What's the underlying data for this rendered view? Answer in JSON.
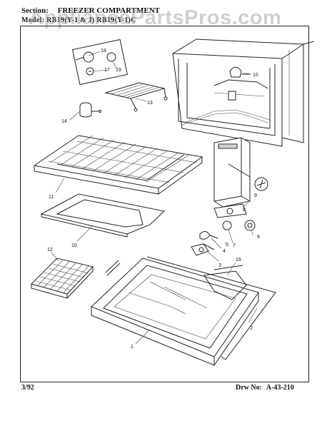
{
  "header": {
    "section_label": "Section:",
    "section_title": "FREEZER COMPARTMENT",
    "model_label": "Model: RB19(Y-1 & J) RB19(Y-1)C"
  },
  "watermark": "AppliancePartsPros.com",
  "footer": {
    "date": "3/92",
    "drawing_label": "Drw No:",
    "drawing_number": "A-43-210"
  },
  "callouts": [
    "1",
    "2",
    "3",
    "4",
    "5",
    "6",
    "7",
    "8",
    "9",
    "10",
    "11",
    "12",
    "13",
    "14",
    "15",
    "16",
    "17",
    "18",
    "19"
  ]
}
